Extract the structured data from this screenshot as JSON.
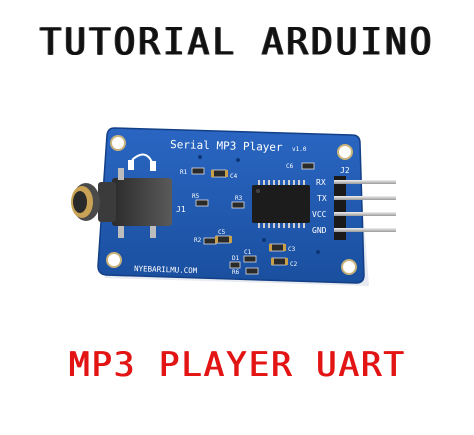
{
  "header": {
    "title": "TUTORIAL ARDUINO"
  },
  "footer": {
    "title": "MP3 PLAYER UART"
  },
  "board": {
    "name_label": "Serial MP3 Player",
    "version_label": "v1.0",
    "site_label": "NYEBARILMU.COM",
    "jack_label": "J1",
    "header_label": "J2",
    "pins": [
      "RX",
      "TX",
      "VCC",
      "GND"
    ],
    "parts": {
      "r1": "R1",
      "r2": "R2",
      "r3": "R3",
      "r5": "R5",
      "r6": "R6",
      "c1": "C1",
      "c2": "C2",
      "c3": "C3",
      "c4": "C4",
      "c5": "C5",
      "c6": "C6",
      "d1": "D1"
    },
    "colors": {
      "pcb": "#1f58b0",
      "pcb_edge": "#123f86",
      "silk": "#ffffff",
      "gold": "#c8a04a"
    }
  }
}
